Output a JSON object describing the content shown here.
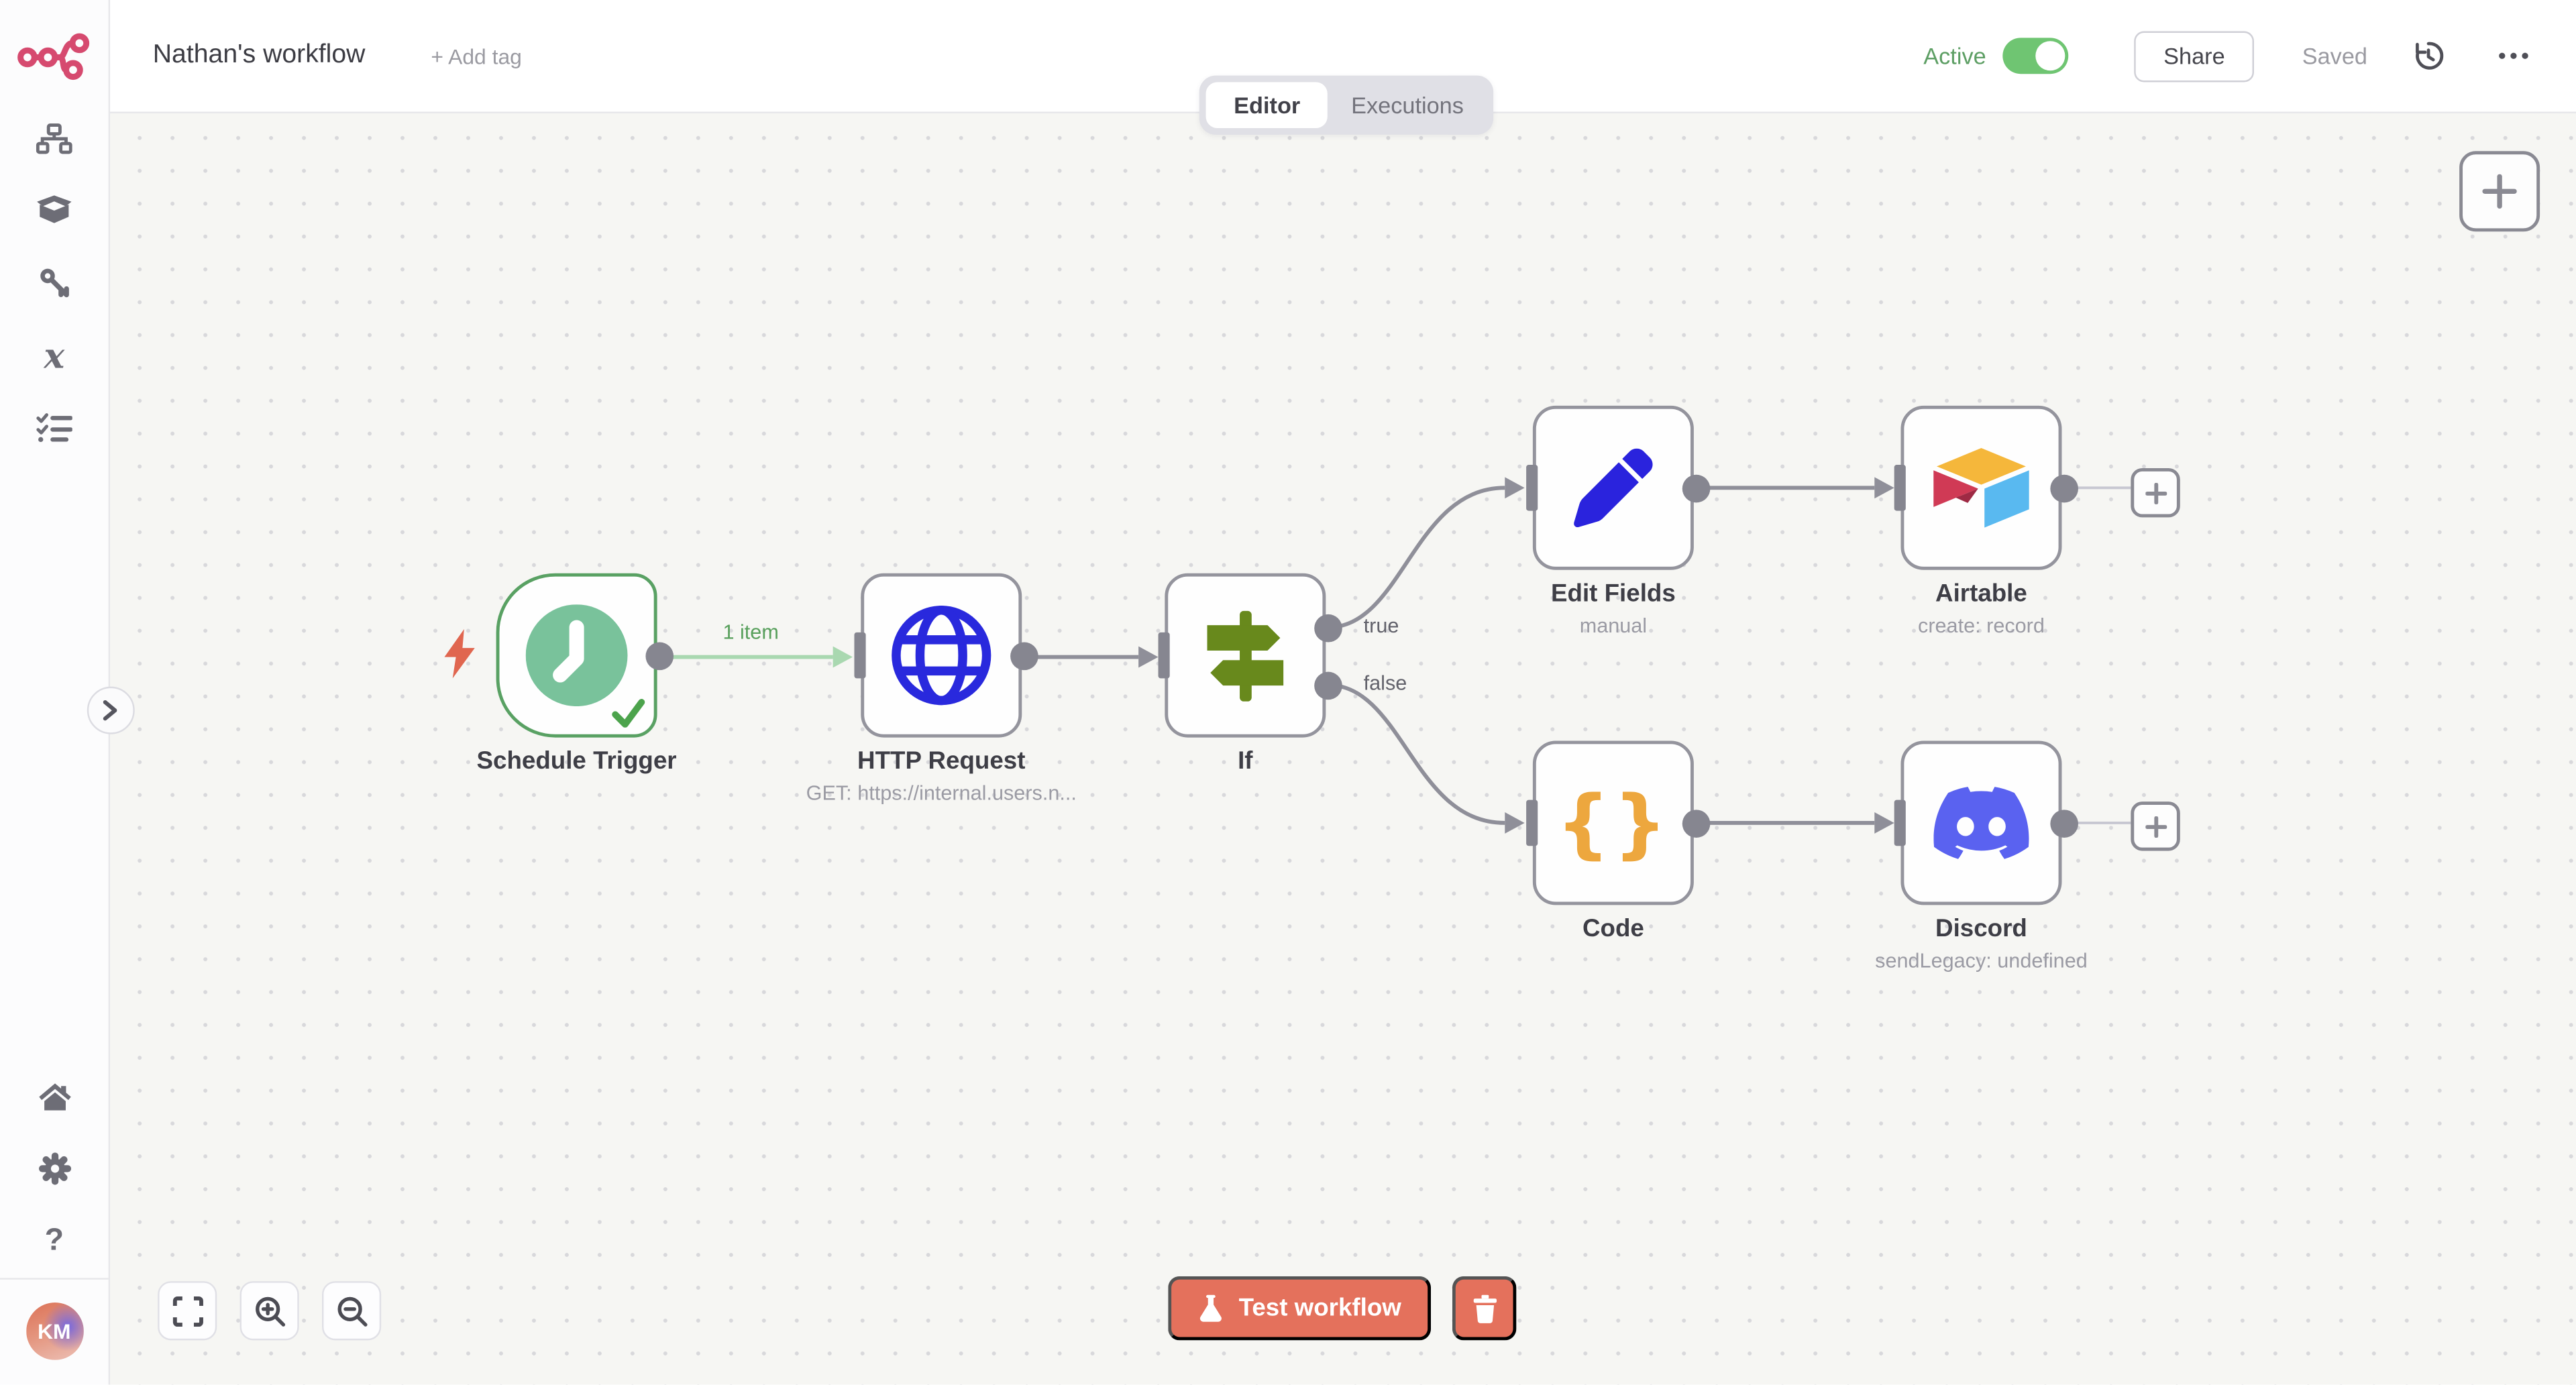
{
  "header": {
    "title": "Nathan's workflow",
    "add_tag_label": "+ Add tag",
    "active_label": "Active",
    "active_on": true,
    "share_label": "Share",
    "saved_label": "Saved"
  },
  "tabs": {
    "editor": "Editor",
    "executions": "Executions",
    "selected": "Editor"
  },
  "sidebar": {
    "items": [
      "workflows",
      "templates",
      "credentials",
      "variables",
      "executions"
    ],
    "bottom_items": [
      "home",
      "settings",
      "help"
    ],
    "variables_glyph": "x",
    "help_glyph": "?",
    "avatar_initials": "KM"
  },
  "canvas": {
    "item_count_label": "1 item",
    "output_labels": {
      "true": "true",
      "false": "false"
    },
    "nodes": [
      {
        "title": "Schedule Trigger",
        "subtitle": "",
        "icon": "clock",
        "status": "success"
      },
      {
        "title": "HTTP Request",
        "subtitle": "GET: https://internal.users.n...",
        "icon": "globe"
      },
      {
        "title": "If",
        "subtitle": "",
        "icon": "signpost"
      },
      {
        "title": "Edit Fields",
        "subtitle": "manual",
        "icon": "pencil"
      },
      {
        "title": "Airtable",
        "subtitle": "create: record",
        "icon": "airtable"
      },
      {
        "title": "Code",
        "subtitle": "",
        "icon": "curly-braces",
        "glyph": "{}"
      },
      {
        "title": "Discord",
        "subtitle": "sendLegacy: undefined",
        "icon": "discord"
      }
    ]
  },
  "footer": {
    "test_workflow_label": "Test workflow"
  },
  "colors": {
    "brand_pink": "#d64a6f",
    "success_green_border": "#59a163",
    "executed_wire_green": "#a9d8b0",
    "item_label_green": "#58a05c",
    "toggle_green": "#6fc572",
    "primary_button_coral": "#e4715c",
    "node_border_gray": "#94949d",
    "wire_gray": "#8f8f99",
    "clock_mint": "#79c29b",
    "globe_blue": "#2929dd",
    "pencil_blue": "#2a23dd",
    "code_orange": "#eda73e",
    "discord_blurple": "#5a62f0",
    "if_olive": "#68891c",
    "airtable_yellow": "#f5b73b",
    "airtable_red": "#d03a55",
    "airtable_blue": "#59b9f0"
  }
}
